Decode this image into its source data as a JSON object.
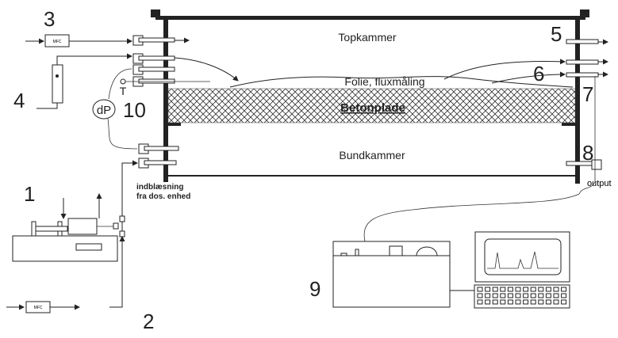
{
  "chambers": {
    "top": "Topkammer",
    "film": "Folie, fluxmåling",
    "slab": "Betonplade",
    "bottom": "Bundkammer"
  },
  "inlet_label": {
    "line1": "indblæsning",
    "line2": "fra dos. enhed"
  },
  "output_label": "output",
  "mfc_label": "MFC",
  "dp_label": "dP",
  "temp_label": "T",
  "numbers": {
    "n1": "1",
    "n2": "2",
    "n3": "3",
    "n4": "4",
    "n5": "5",
    "n6": "6",
    "n7": "7",
    "n8": "8",
    "n9": "9",
    "n10": "10"
  }
}
